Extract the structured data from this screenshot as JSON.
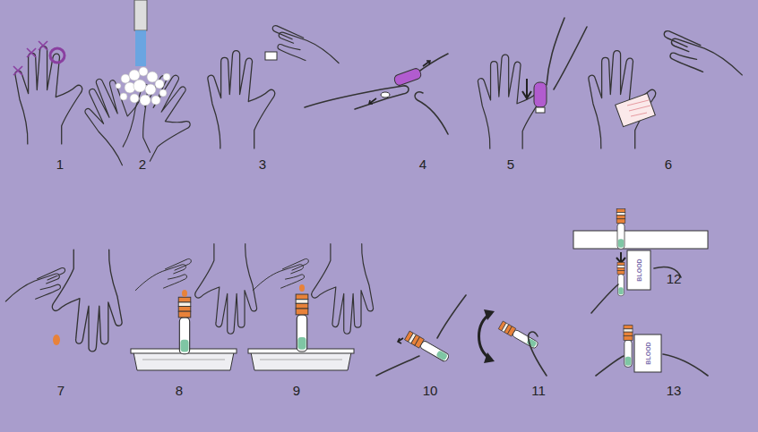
{
  "diagram": {
    "labels": [
      "1",
      "2",
      "3",
      "4",
      "5",
      "6",
      "7",
      "8",
      "9",
      "10",
      "11",
      "12",
      "13",
      "BLOOD",
      "BLOOD"
    ]
  }
}
